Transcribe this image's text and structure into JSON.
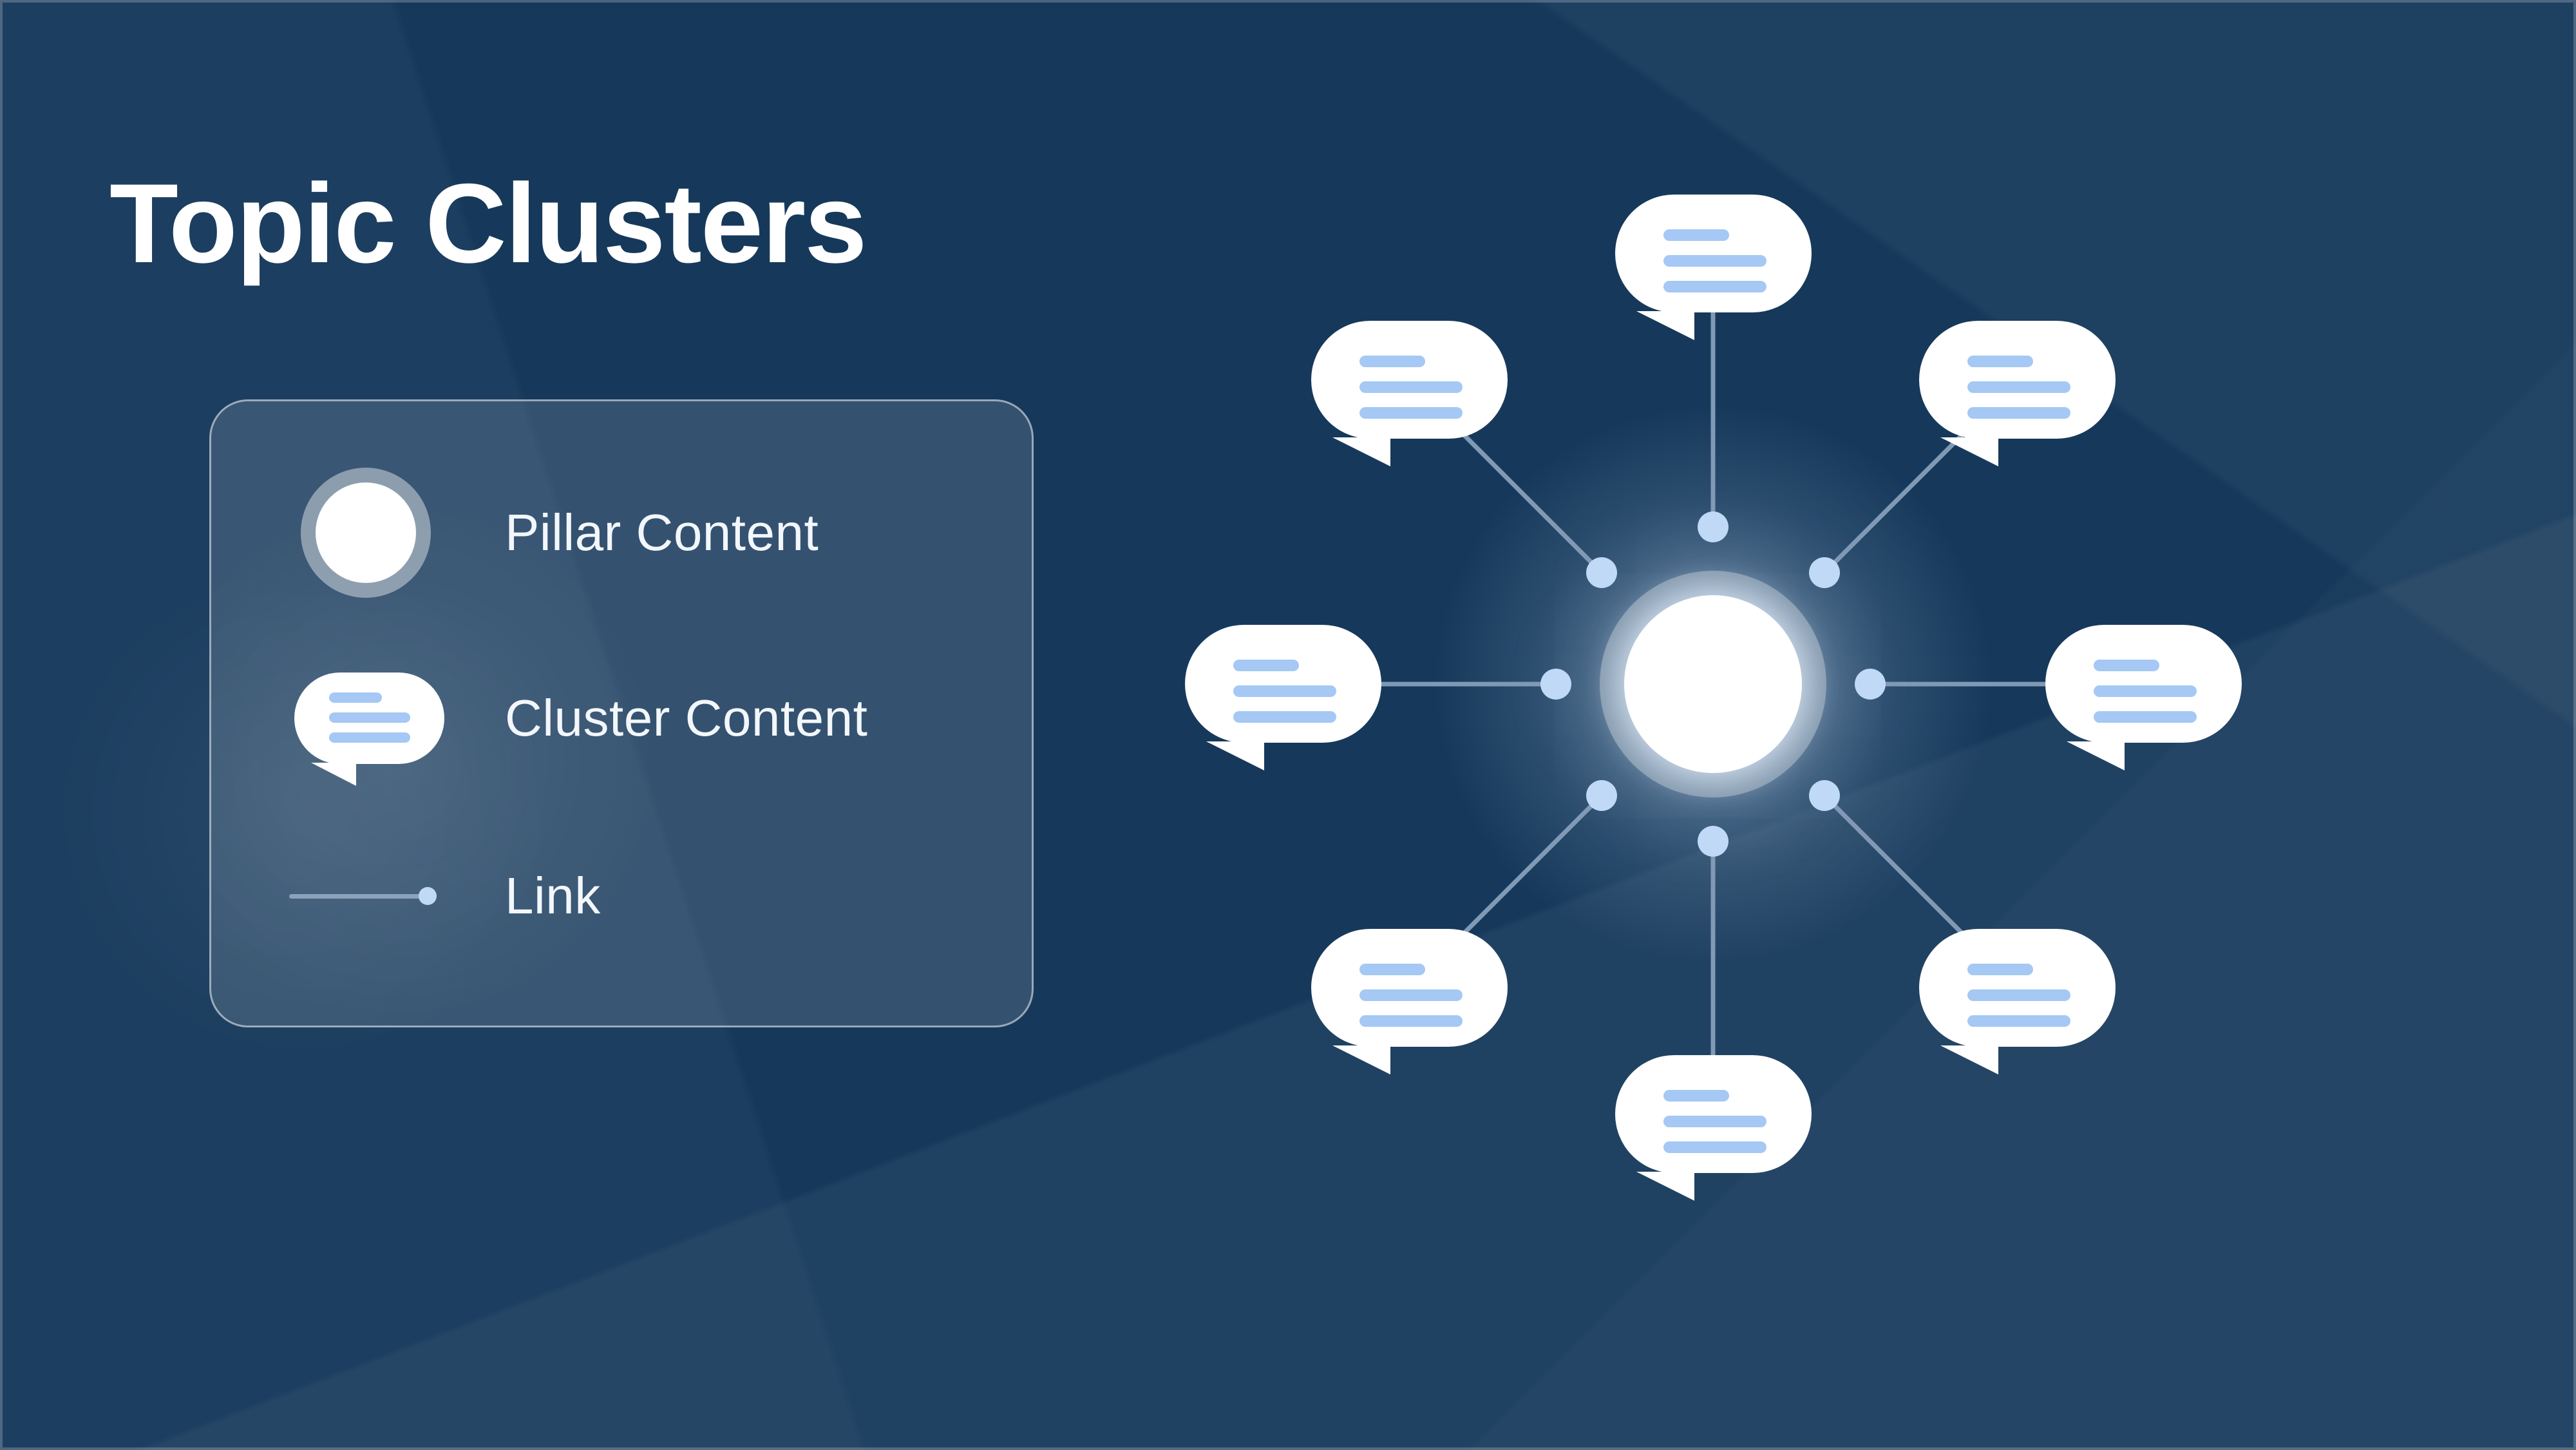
{
  "title": "Topic Clusters",
  "legend": {
    "items": [
      {
        "label": "Pillar Content",
        "icon": "pillar-circle-icon"
      },
      {
        "label": "Cluster Content",
        "icon": "speech-bubble-icon"
      },
      {
        "label": "Link",
        "icon": "link-connector-icon"
      }
    ]
  },
  "diagram": {
    "cluster_bubble_count": 8,
    "link_count": 8,
    "spoke_positions": [
      "n",
      "ne",
      "e",
      "se",
      "s",
      "sw",
      "w",
      "nw"
    ]
  },
  "colors": {
    "background": "#16395B",
    "title_text": "#FFFFFF",
    "legend_panel_fill": "rgba(255,255,255,0.13)",
    "legend_panel_border": "rgba(255,255,255,0.5)",
    "bubble_fill": "#FFFFFF",
    "bubble_text_bar": "#A5C8F4",
    "link_line": "#8099B5",
    "node_dot": "#BFD9F7",
    "hub_fill": "#FFFFFF",
    "hub_ring": "rgba(255,255,255,0.36)"
  }
}
